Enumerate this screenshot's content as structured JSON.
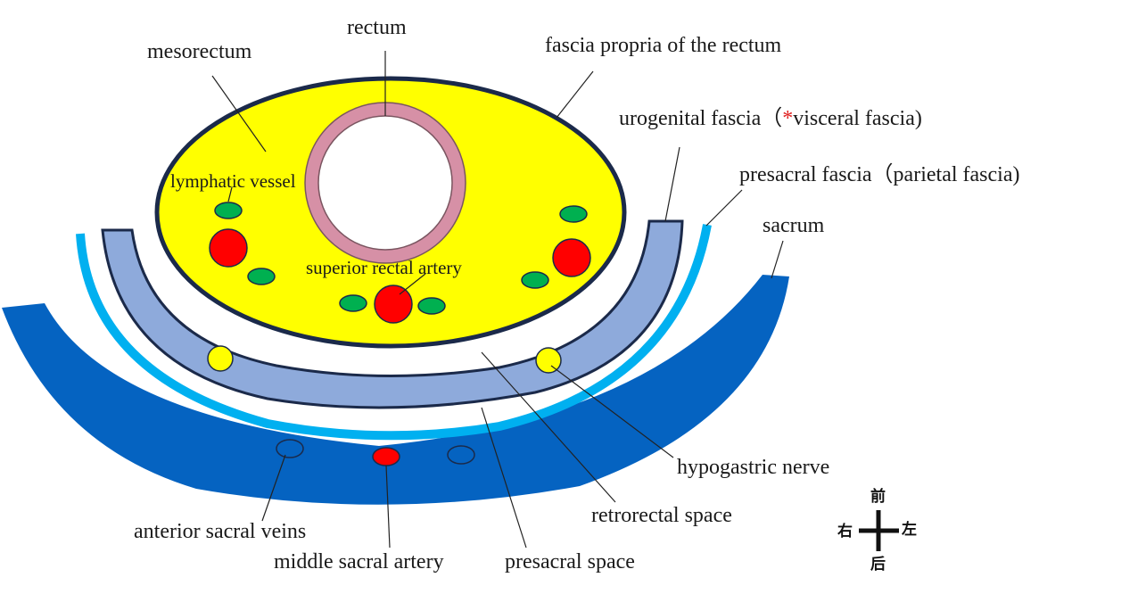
{
  "labels": {
    "mesorectum": "mesorectum",
    "rectum": "rectum",
    "fascia_propria": "fascia propria of the rectum",
    "urogenital_fascia_pre": "urogenital fascia（",
    "urogenital_fascia_star": "*",
    "urogenital_fascia_post": "visceral  fascia)",
    "presacral_fascia": "presacral fascia（parietal  fascia)",
    "sacrum": "sacrum",
    "lymphatic_vessel": "lymphatic vessel",
    "superior_rectal_artery": "superior rectal artery",
    "hypogastric_nerve": "hypogastric nerve",
    "retrorectal_space": "retrorectal space",
    "anterior_sacral_veins": "anterior sacral veins",
    "middle_sacral_artery": "middle sacral artery",
    "presacral_space": "presacral space"
  },
  "orientation": {
    "anterior": "前",
    "posterior": "后",
    "right": "右",
    "left": "左"
  },
  "colors": {
    "mesorectum_fill": "#ffff00",
    "fascia_outline": "#1b2a4a",
    "rectal_wall": "#d690a6",
    "urogenital_fascia_fill": "#8eaadb",
    "presacral_fascia": "#00b0f0",
    "sacrum": "#0563c1",
    "artery": "#ff0000",
    "lymph_node": "#00b050",
    "nerve": "#ffff00",
    "vein": "#0563c1"
  }
}
